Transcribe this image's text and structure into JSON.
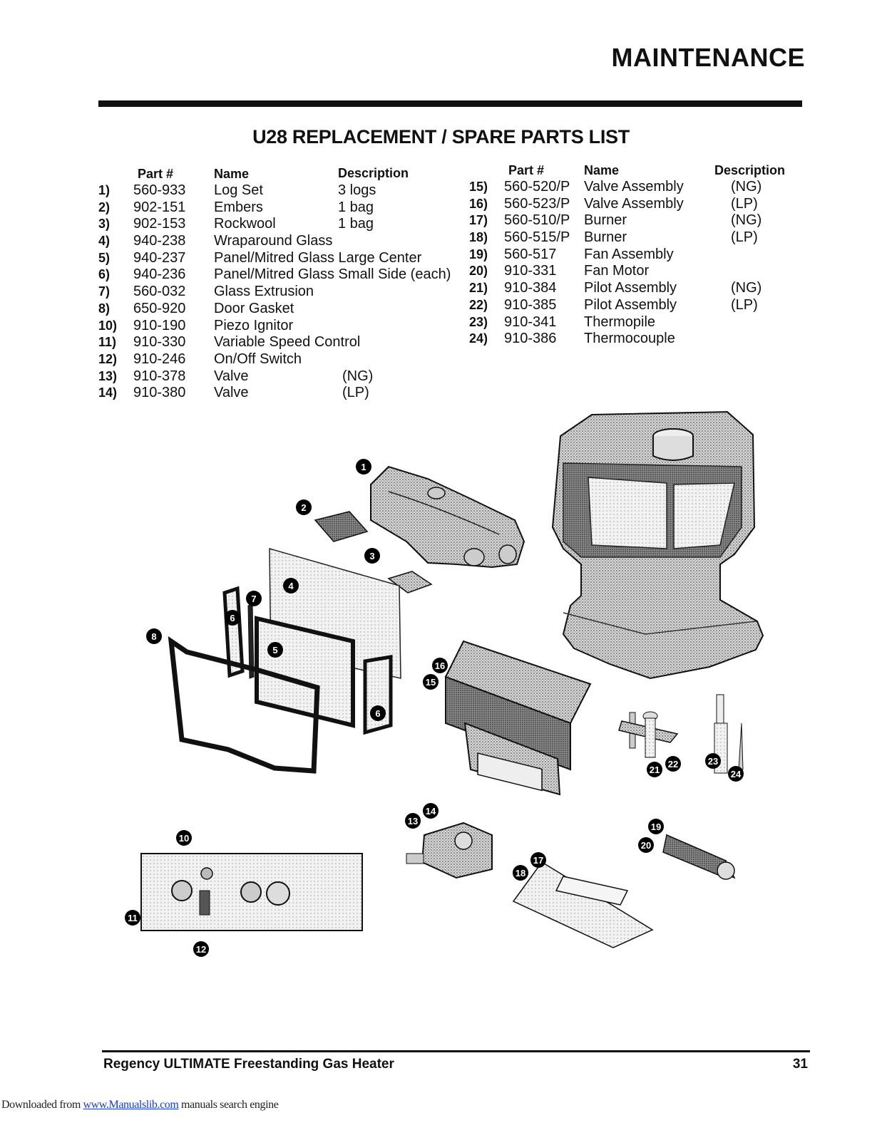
{
  "header": {
    "section": "MAINTENANCE"
  },
  "parts_list": {
    "title": "U28 REPLACEMENT / SPARE PARTS LIST",
    "columns": {
      "part": "Part #",
      "name": "Name",
      "description": "Description"
    },
    "left": [
      {
        "num": "1)",
        "part": "560-933",
        "name": "Log Set",
        "desc": "3 logs"
      },
      {
        "num": "2)",
        "part": "902-151",
        "name": "Embers",
        "desc": "1 bag"
      },
      {
        "num": "3)",
        "part": "902-153",
        "name": "Rockwool",
        "desc": "1 bag"
      },
      {
        "num": "4)",
        "part": "940-238",
        "name": "Wraparound Glass",
        "desc": ""
      },
      {
        "num": "5)",
        "part": "940-237",
        "name": "Panel/Mitred Glass Large Center",
        "desc": ""
      },
      {
        "num": "6)",
        "part": "940-236",
        "name": "Panel/Mitred Glass Small Side (each)",
        "desc": ""
      },
      {
        "num": "7)",
        "part": "560-032",
        "name": "Glass Extrusion",
        "desc": ""
      },
      {
        "num": "8)",
        "part": "650-920",
        "name": "Door Gasket",
        "desc": ""
      },
      {
        "num": "10)",
        "part": "910-190",
        "name": "Piezo Ignitor",
        "desc": ""
      },
      {
        "num": "11)",
        "part": "910-330",
        "name": "Variable Speed Control",
        "desc": ""
      },
      {
        "num": "12)",
        "part": "910-246",
        "name": "On/Off Switch",
        "desc": ""
      },
      {
        "num": "13)",
        "part": "910-378",
        "name": "Valve",
        "desc": "(NG)"
      },
      {
        "num": "14)",
        "part": "910-380",
        "name": "Valve",
        "desc": "(LP)"
      }
    ],
    "right": [
      {
        "num": "15)",
        "part": "560-520/P",
        "name": "Valve Assembly",
        "desc": "(NG)"
      },
      {
        "num": "16)",
        "part": "560-523/P",
        "name": "Valve Assembly",
        "desc": "(LP)"
      },
      {
        "num": "17)",
        "part": "560-510/P",
        "name": "Burner",
        "desc": "(NG)"
      },
      {
        "num": "18)",
        "part": "560-515/P",
        "name": "Burner",
        "desc": "(LP)"
      },
      {
        "num": "19)",
        "part": "560-517",
        "name": "Fan Assembly",
        "desc": ""
      },
      {
        "num": "20)",
        "part": "910-331",
        "name": "Fan Motor",
        "desc": ""
      },
      {
        "num": "21)",
        "part": "910-384",
        "name": "Pilot Assembly",
        "desc": "(NG)"
      },
      {
        "num": "22)",
        "part": "910-385",
        "name": "Pilot Assembly",
        "desc": "(LP)"
      },
      {
        "num": "23)",
        "part": "910-341",
        "name": "Thermopile",
        "desc": ""
      },
      {
        "num": "24)",
        "part": "910-386",
        "name": "Thermocouple",
        "desc": ""
      }
    ]
  },
  "diagram": {
    "callouts": [
      "1",
      "2",
      "3",
      "4",
      "5",
      "6",
      "6",
      "7",
      "8",
      "10",
      "11",
      "12",
      "13",
      "14",
      "15",
      "16",
      "17",
      "18",
      "19",
      "20",
      "21",
      "22",
      "23",
      "24"
    ]
  },
  "footer": {
    "title": "Regency ULTIMATE Freestanding Gas Heater",
    "page": "31",
    "download_prefix": "Downloaded from ",
    "download_link": "www.Manualslib.com",
    "download_suffix": " manuals search engine"
  }
}
